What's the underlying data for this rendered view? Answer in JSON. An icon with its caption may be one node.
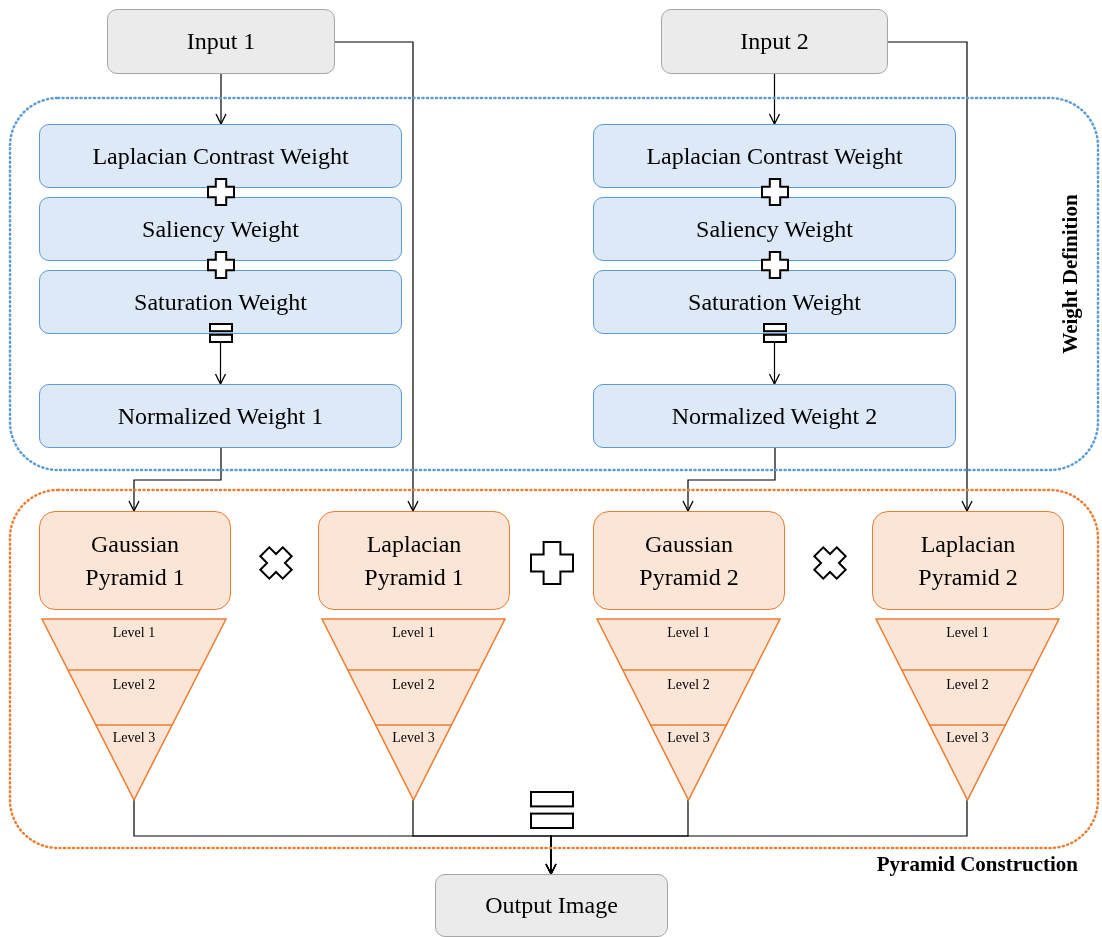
{
  "diagram": {
    "nodes": [
      {
        "text": [
          "Input 1"
        ]
      },
      {
        "text": [
          "Input 2"
        ]
      },
      {
        "text": [
          "Weight Definition"
        ]
      },
      {
        "text": [
          "Laplacian Contrast Weight"
        ],
        "in": 2
      },
      {
        "text": [
          "Saliency Weight"
        ],
        "in": 2
      },
      {
        "text": [
          "Saturation Weight"
        ],
        "in": 2
      },
      {
        "text": [
          "Normalized Weight 1"
        ],
        "in": 2
      },
      {
        "text": [
          "Laplacian Contrast Weight"
        ],
        "in": 2
      },
      {
        "text": [
          "Saliency Weight"
        ],
        "in": 2
      },
      {
        "text": [
          "Saturation Weight"
        ],
        "in": 2
      },
      {
        "text": [
          "Normalized Weight 2"
        ],
        "in": 2
      },
      {
        "text": [
          "Pyramid Construction"
        ]
      },
      {
        "text": [
          "Gaussian Pyramid 1"
        ],
        "in": 11
      },
      {
        "text": [
          "Level 1",
          "Level 2",
          "Level 3"
        ],
        "in": 11
      },
      {
        "text": [
          "Laplacian Pyramid 1"
        ],
        "in": 11
      },
      {
        "text": [
          "Level 1",
          "Level 2",
          "Level 3"
        ],
        "in": 11
      },
      {
        "text": [
          "Gaussian Pyramid 2"
        ],
        "in": 11
      },
      {
        "text": [
          "Level 1",
          "Level 2",
          "Level 3"
        ],
        "in": 11
      },
      {
        "text": [
          "Laplacian Pyramid 2"
        ],
        "in": 11
      },
      {
        "text": [
          "Level 1",
          "Level 2",
          "Level 3"
        ],
        "in": 11
      },
      {
        "text": [
          "Output Image"
        ]
      }
    ],
    "edges": [
      {
        "from": 0,
        "to": 3,
        "arrow": "to"
      },
      {
        "from": 0,
        "to": 14,
        "arrow": "to"
      },
      {
        "from": 5,
        "to": 6,
        "arrow": "to"
      },
      {
        "from": 6,
        "to": 12,
        "arrow": "to"
      },
      {
        "from": 1,
        "to": 7,
        "arrow": "to"
      },
      {
        "from": 1,
        "to": 18,
        "arrow": "to"
      },
      {
        "from": 9,
        "to": 10,
        "arrow": "to"
      },
      {
        "from": 10,
        "to": 16,
        "arrow": "to"
      },
      {
        "from": 13,
        "to": 20,
        "arrow": "to"
      },
      {
        "from": 15,
        "to": 20,
        "arrow": "to"
      },
      {
        "from": 17,
        "to": 20,
        "arrow": "to"
      },
      {
        "from": 19,
        "to": 20,
        "arrow": "to"
      }
    ]
  }
}
